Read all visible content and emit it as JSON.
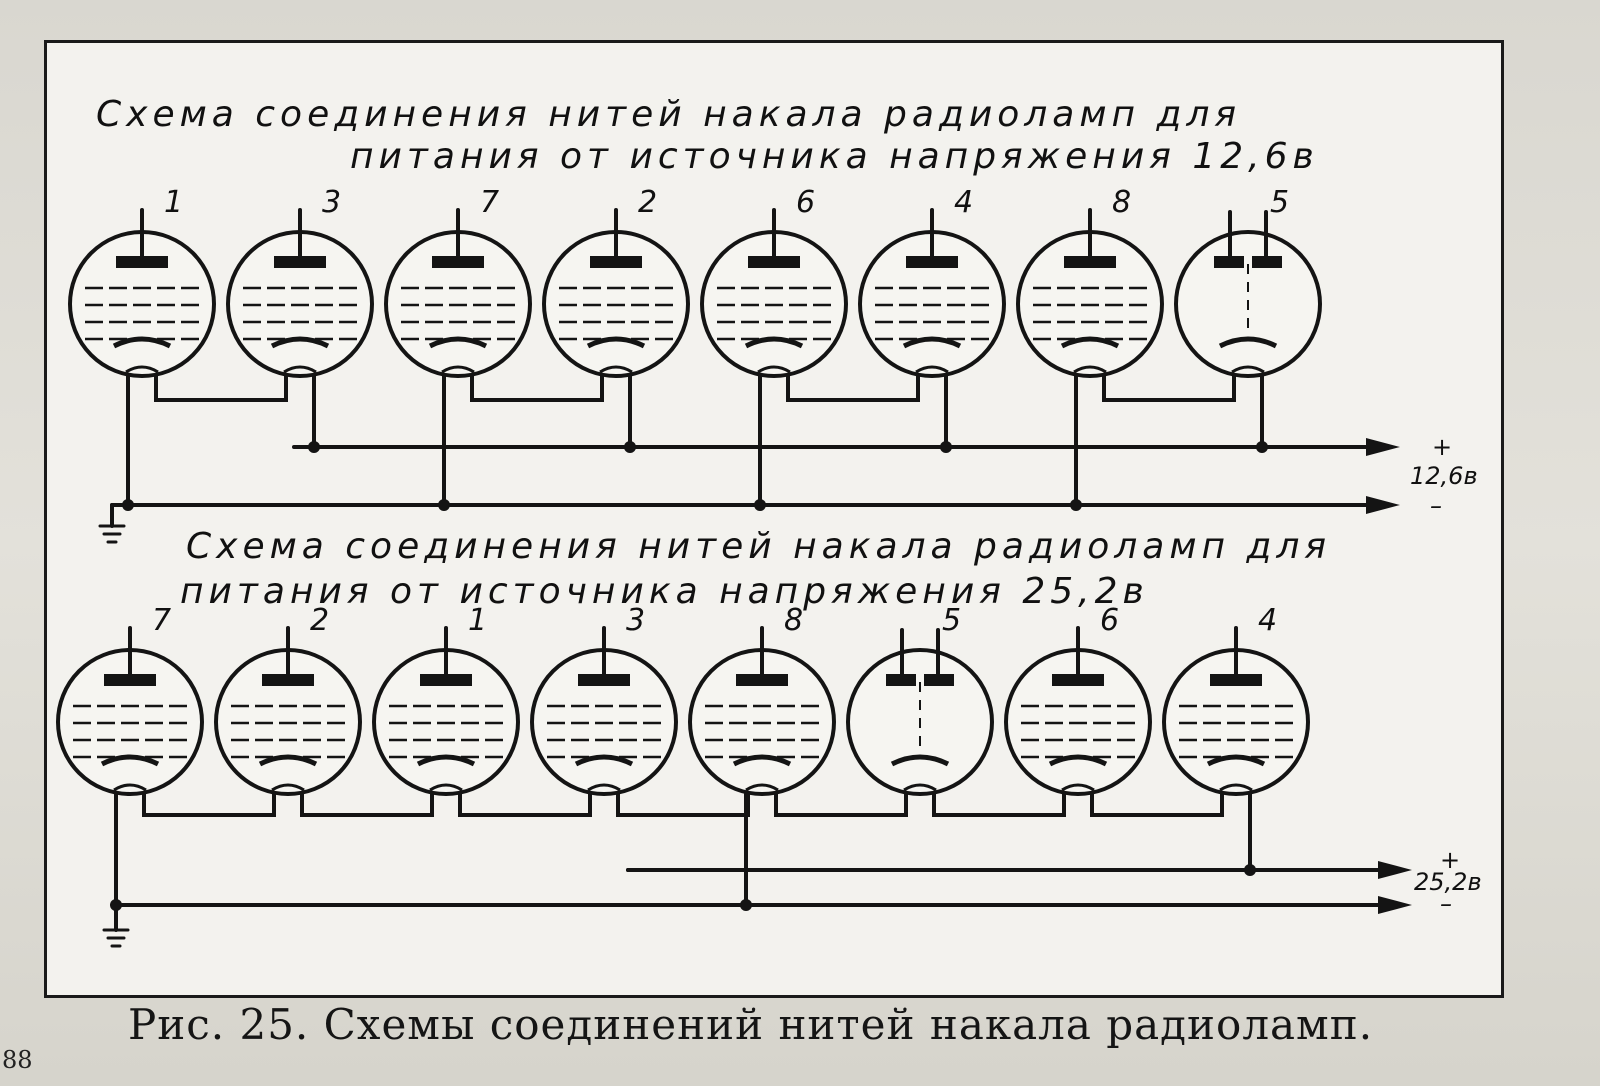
{
  "diagram_top": {
    "title_line1": "Схема соединения нитей накала радиоламп для",
    "title_line2": "питания от источника напряжения 12,6в",
    "tube_numbers": [
      "1",
      "3",
      "7",
      "2",
      "6",
      "4",
      "8",
      "5"
    ],
    "voltage_plus": "+",
    "voltage": "12,6в",
    "voltage_minus": "–"
  },
  "diagram_bottom": {
    "title_line1": "Схема соединения нитей накала радиоламп для",
    "title_line2": "питания от источника напряжения 25,2в",
    "tube_numbers": [
      "7",
      "2",
      "1",
      "3",
      "8",
      "5",
      "6",
      "4"
    ],
    "voltage_plus": "+",
    "voltage": "25,2в",
    "voltage_minus": "–"
  },
  "caption": "Рис. 25. Схемы соединений нитей накала радиоламп.",
  "page_number": "88"
}
